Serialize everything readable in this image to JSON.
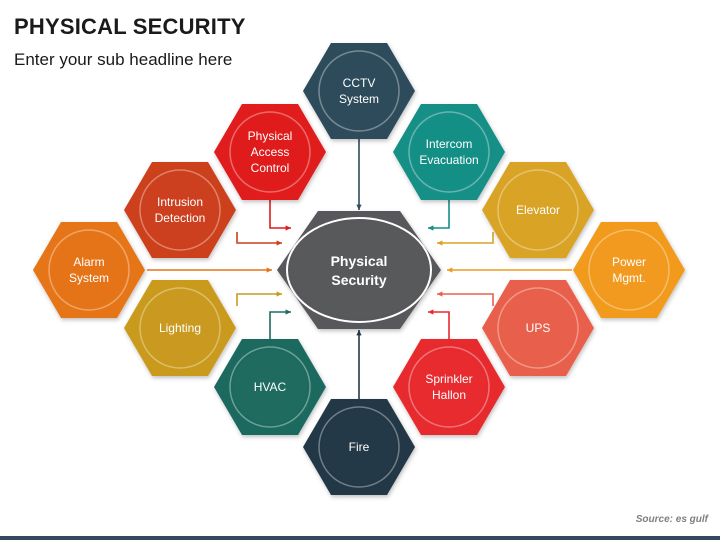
{
  "header": {
    "title": "PHYSICAL SECURITY",
    "subtitle": "Enter your sub headline here"
  },
  "footer": {
    "source": "Source: es gulf"
  },
  "center": {
    "lines": [
      "Physical",
      "Security"
    ],
    "color": "#58595b"
  },
  "nodes": [
    {
      "id": "cctv",
      "lines": [
        "CCTV",
        "System"
      ],
      "color": "#2e4b5b"
    },
    {
      "id": "intercom",
      "lines": [
        "Intercom",
        "Evacuation"
      ],
      "color": "#138f86"
    },
    {
      "id": "elevator",
      "lines": [
        "Elevator"
      ],
      "color": "#d9a325"
    },
    {
      "id": "power",
      "lines": [
        "Power",
        "Mgmt."
      ],
      "color": "#f19a1f"
    },
    {
      "id": "ups",
      "lines": [
        "UPS"
      ],
      "color": "#e8604b"
    },
    {
      "id": "sprinkler",
      "lines": [
        "Sprinkler",
        "Hallon"
      ],
      "color": "#e72b2f"
    },
    {
      "id": "fire",
      "lines": [
        "Fire"
      ],
      "color": "#233947"
    },
    {
      "id": "hvac",
      "lines": [
        "HVAC"
      ],
      "color": "#1f6b5f"
    },
    {
      "id": "lighting",
      "lines": [
        "Lighting"
      ],
      "color": "#c99a1f"
    },
    {
      "id": "alarm",
      "lines": [
        "Alarm",
        "System"
      ],
      "color": "#e57419"
    },
    {
      "id": "intrusion",
      "lines": [
        "Intrusion",
        "Detection"
      ],
      "color": "#cc3f1f"
    },
    {
      "id": "access",
      "lines": [
        "Physical",
        "Access",
        "Control"
      ],
      "color": "#e01b1b"
    }
  ]
}
